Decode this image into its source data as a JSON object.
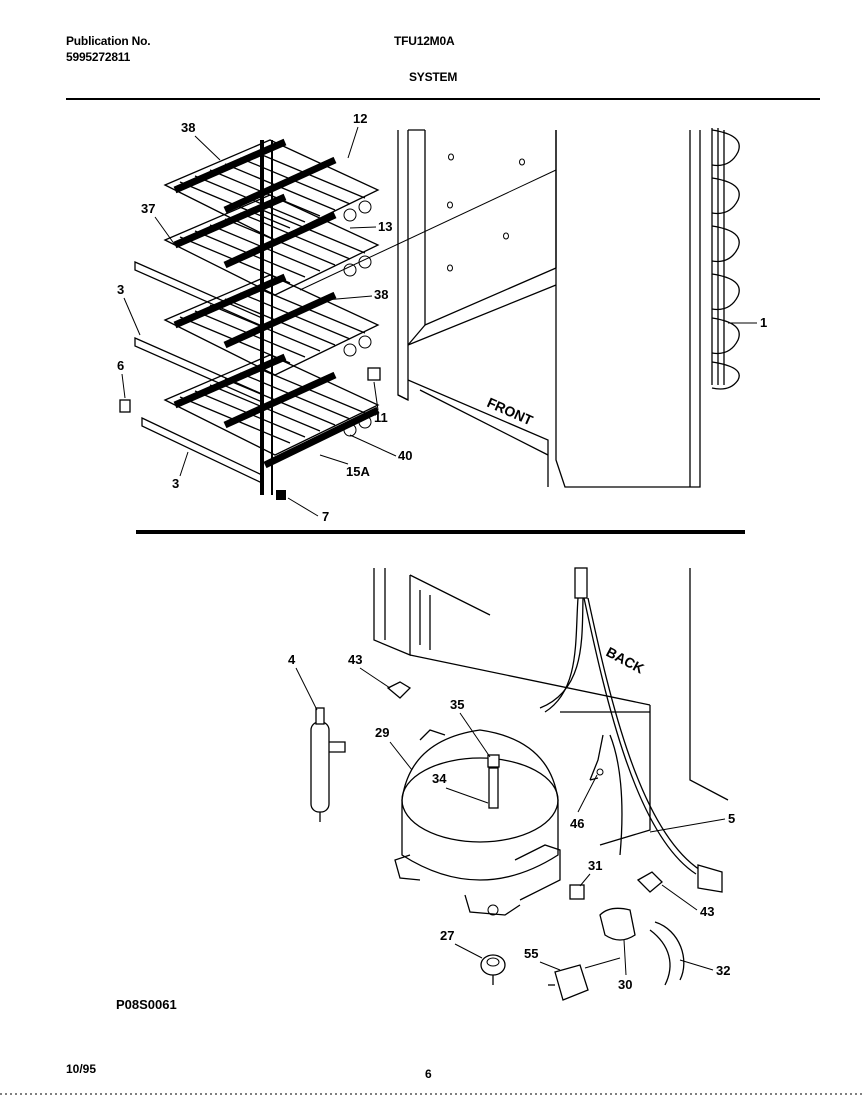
{
  "header": {
    "publication_label": "Publication No.",
    "publication_number": "5995272811",
    "model": "TFU12M0A",
    "section": "SYSTEM"
  },
  "diagram": {
    "cabinet_label_front": "FRONT",
    "cabinet_label_back": "BACK",
    "drawing_code": "P08S0061"
  },
  "callouts": {
    "c38a": "38",
    "c12": "12",
    "c37": "37",
    "c13": "13",
    "c3a": "3",
    "c38b": "38",
    "c1": "1",
    "c6": "6",
    "c11": "11",
    "c40": "40",
    "c15a": "15A",
    "c3b": "3",
    "c7": "7",
    "c4": "4",
    "c43a": "43",
    "c35": "35",
    "c29": "29",
    "c34": "34",
    "c46": "46",
    "c5": "5",
    "c31": "31",
    "c43b": "43",
    "c27": "27",
    "c55": "55",
    "c30": "30",
    "c32": "32"
  },
  "footer": {
    "date": "10/95",
    "page": "6"
  }
}
